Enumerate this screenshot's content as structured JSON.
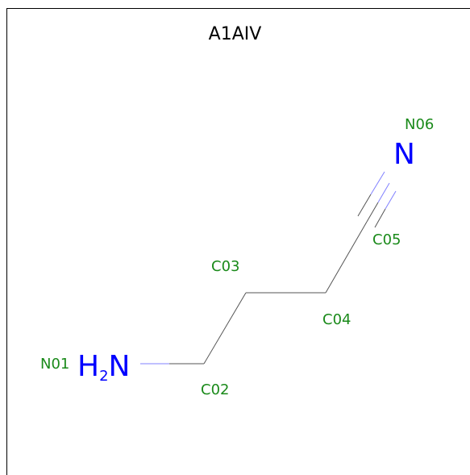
{
  "molecule": {
    "title": "A1AIV",
    "colors": {
      "bond": "#555555",
      "nitrogen": "#0000ff",
      "label": "#1a8a1a",
      "n_bond": "#8080ff"
    },
    "atoms": [
      {
        "id": "N01",
        "symbol": "H",
        "sub": "2",
        "main": "N",
        "element": "N"
      },
      {
        "id": "C02",
        "element": "C"
      },
      {
        "id": "C03",
        "element": "C"
      },
      {
        "id": "C04",
        "element": "C"
      },
      {
        "id": "C05",
        "element": "C"
      },
      {
        "id": "N06",
        "symbol": "N",
        "element": "N"
      }
    ]
  }
}
